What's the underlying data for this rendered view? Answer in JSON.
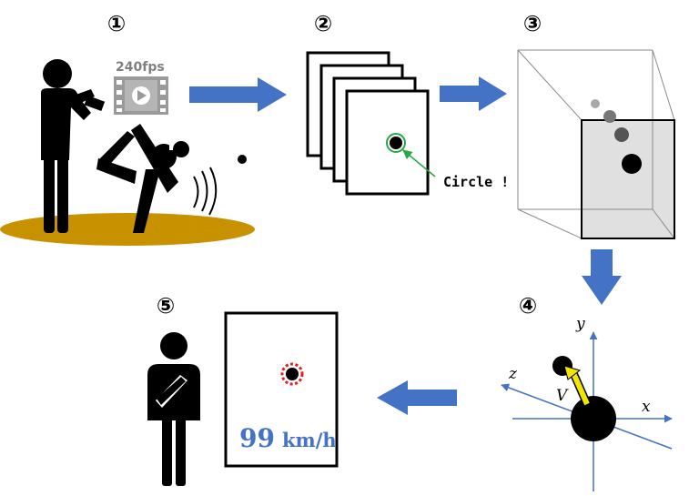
{
  "steps": {
    "s1": "①",
    "s2": "②",
    "s3": "③",
    "s4": "④",
    "s5": "⑤"
  },
  "camera": {
    "fps_label": "240fps"
  },
  "frames": {
    "detect_label": "Circle !"
  },
  "axes": {
    "x": "x",
    "y": "y",
    "z": "z",
    "velocity": "V"
  },
  "result": {
    "speed_value": "99",
    "speed_unit": "km/h"
  },
  "colors": {
    "arrow": "#4472c4",
    "ground": "#c89100",
    "detect": "#28a745",
    "speed_text": "#4472c4",
    "velocity": "#f2e600",
    "marker": "#e02020"
  }
}
